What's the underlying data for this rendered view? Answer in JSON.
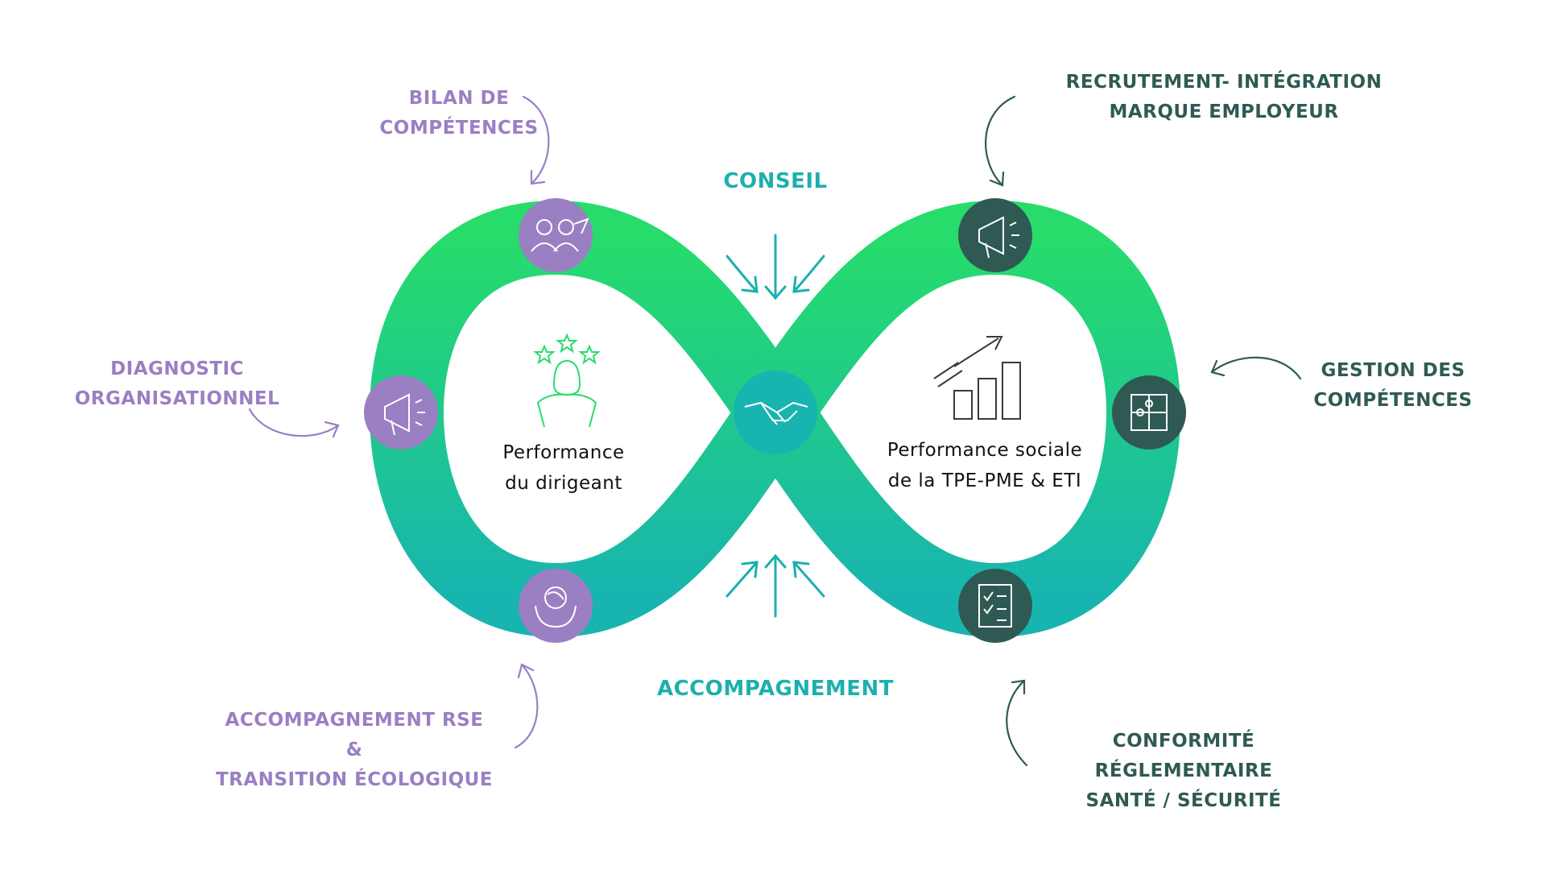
{
  "center": {
    "left_label": [
      "Performance",
      "du dirigeant"
    ],
    "right_label": [
      "Performance sociale",
      "de la TPE-PME & ETI"
    ]
  },
  "axes": {
    "top": "CONSEIL",
    "bottom": "ACCOMPAGNEMENT"
  },
  "services_left": {
    "bilan": [
      "BILAN DE",
      "COMPÉTENCES"
    ],
    "diagnostic": [
      "DIAGNOSTIC",
      "ORGANISATIONNEL"
    ],
    "rse": [
      "ACCOMPAGNEMENT RSE",
      "&",
      "TRANSITION ÉCOLOGIQUE"
    ]
  },
  "services_right": {
    "recrutement": [
      "RECRUTEMENT- INTÉGRATION",
      "MARQUE EMPLOYEUR"
    ],
    "gestion": [
      "GESTION DES",
      "COMPÉTENCES"
    ],
    "conformite": [
      "CONFORMITÉ",
      "RÉGLEMENTAIRE",
      "SANTÉ / SÉCURITÉ"
    ]
  },
  "icons": {
    "top_left": "people-angel-icon",
    "mid_left": "megaphone-icon",
    "bottom_left": "hands-globe-icon",
    "center": "handshake-icon",
    "top_right": "megaphone-icon",
    "mid_right": "puzzle-icon",
    "bottom_right": "checklist-icon",
    "left_inner": "star-person-icon",
    "right_inner": "bar-growth-icon"
  },
  "colors": {
    "loop_top": "#27dc6b",
    "loop_bottom": "#18b4b0",
    "purple": "#9a7fc3",
    "dark_green": "#2f5a54",
    "teal": "#1cb0ad"
  }
}
